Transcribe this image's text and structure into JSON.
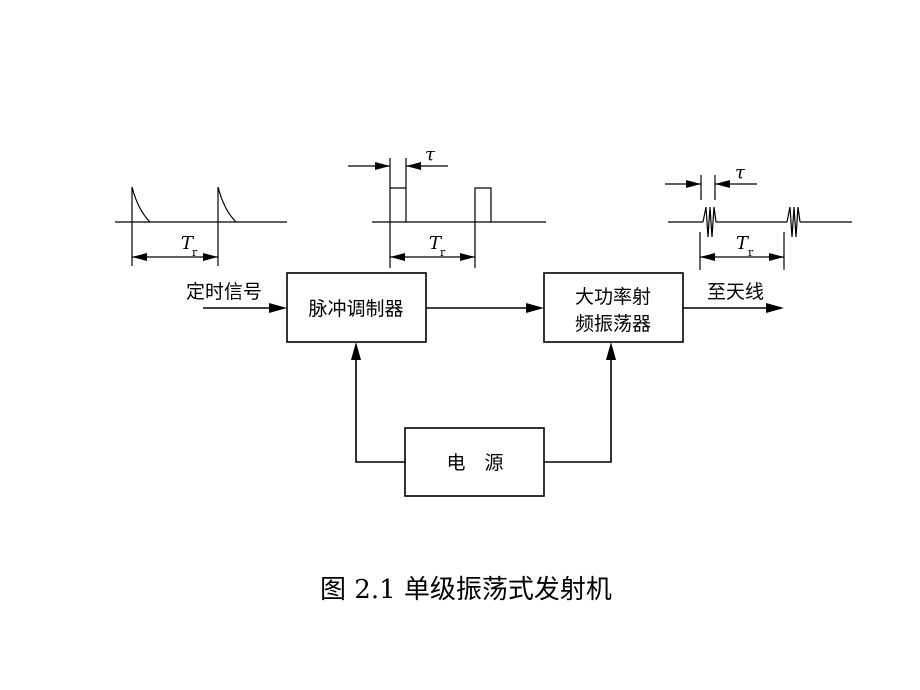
{
  "blocks": {
    "modulator": "脉冲调制器",
    "oscillator_line1": "大功率射",
    "oscillator_line2": "频振荡器",
    "power": "电　源"
  },
  "signals": {
    "input": "定时信号",
    "output": "至天线"
  },
  "waveforms": {
    "period_symbol": "T",
    "period_subscript": "r",
    "width_symbol": "τ"
  },
  "caption": "图 2.1 单级振荡式发射机"
}
